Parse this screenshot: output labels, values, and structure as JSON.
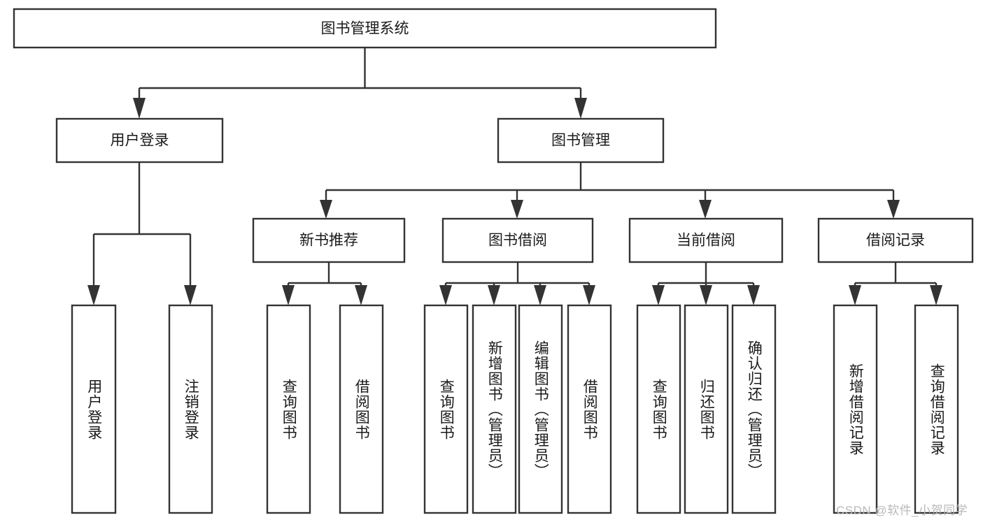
{
  "diagram": {
    "type": "tree-hierarchy",
    "title": "图书管理系统",
    "orientation": "top-down",
    "colors": {
      "box_stroke": "#333333",
      "box_fill": "#ffffff",
      "text": "#1a1a1a",
      "background": "#ffffff",
      "watermark": "#b9b9b9"
    },
    "levels": [
      {
        "level": 1,
        "nodes": [
          {
            "id": "root",
            "label": "图书管理系统",
            "orientation": "horizontal"
          }
        ]
      },
      {
        "level": 2,
        "nodes": [
          {
            "id": "login",
            "label": "用户登录",
            "orientation": "horizontal",
            "parent": "root"
          },
          {
            "id": "bookmgmt",
            "label": "图书管理",
            "orientation": "horizontal",
            "parent": "root"
          }
        ]
      },
      {
        "level": 3,
        "nodes": [
          {
            "id": "newbook",
            "label": "新书推荐",
            "orientation": "horizontal",
            "parent": "bookmgmt"
          },
          {
            "id": "borrow",
            "label": "图书借阅",
            "orientation": "horizontal",
            "parent": "bookmgmt"
          },
          {
            "id": "current",
            "label": "当前借阅",
            "orientation": "horizontal",
            "parent": "bookmgmt"
          },
          {
            "id": "records",
            "label": "借阅记录",
            "orientation": "horizontal",
            "parent": "bookmgmt"
          }
        ]
      },
      {
        "level": 4,
        "nodes": [
          {
            "id": "leaf-1",
            "label": "用户登录",
            "orientation": "vertical",
            "parent": "login"
          },
          {
            "id": "leaf-2",
            "label": "注销登录",
            "orientation": "vertical",
            "parent": "login"
          },
          {
            "id": "leaf-3",
            "label": "查询图书",
            "orientation": "vertical",
            "parent": "newbook"
          },
          {
            "id": "leaf-4",
            "label": "借阅图书",
            "orientation": "vertical",
            "parent": "newbook"
          },
          {
            "id": "leaf-5",
            "label": "查询图书",
            "orientation": "vertical",
            "parent": "borrow"
          },
          {
            "id": "leaf-6",
            "label": "新增图书（管理员）",
            "orientation": "vertical",
            "parent": "borrow"
          },
          {
            "id": "leaf-7",
            "label": "编辑图书（管理员）",
            "orientation": "vertical",
            "parent": "borrow"
          },
          {
            "id": "leaf-8",
            "label": "借阅图书",
            "orientation": "vertical",
            "parent": "borrow"
          },
          {
            "id": "leaf-9",
            "label": "查询图书",
            "orientation": "vertical",
            "parent": "current"
          },
          {
            "id": "leaf-10",
            "label": "归还图书",
            "orientation": "vertical",
            "parent": "current"
          },
          {
            "id": "leaf-11",
            "label": "确认归还（管理员）",
            "orientation": "vertical",
            "parent": "current"
          },
          {
            "id": "leaf-12",
            "label": "新增借阅记录",
            "orientation": "vertical",
            "parent": "records"
          },
          {
            "id": "leaf-13",
            "label": "查询借阅记录",
            "orientation": "vertical",
            "parent": "records"
          }
        ]
      }
    ]
  },
  "watermark": {
    "text": "CSDN @软件_小贺同学"
  }
}
